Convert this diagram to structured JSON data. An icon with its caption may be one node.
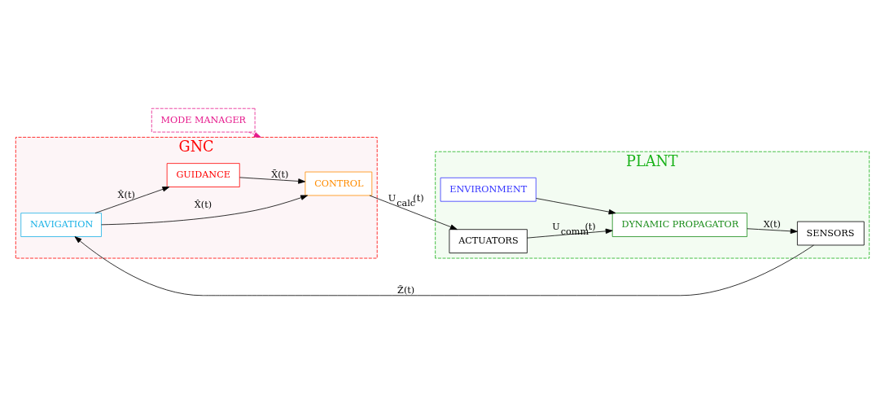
{
  "diagram": {
    "nodes": [
      {
        "text": [
          "MODE MANAGER"
        ]
      },
      {
        "text": [
          "GNC"
        ]
      },
      {
        "text": [
          "CONTROL"
        ],
        "in": 1
      },
      {
        "text": [
          "GUIDANCE"
        ],
        "in": 1
      },
      {
        "text": [
          "NAVIGATION"
        ],
        "in": 1
      },
      {
        "text": [
          "PLANT"
        ]
      },
      {
        "text": [
          "ENVIRONMENT"
        ],
        "in": 5
      },
      {
        "text": [
          "ACTUATORS"
        ],
        "in": 5
      },
      {
        "text": [
          "DYNAMIC PROPAGATOR"
        ],
        "in": 5
      },
      {
        "text": [
          "SENSORS"
        ],
        "in": 5
      }
    ],
    "edges": [
      {
        "from": 0,
        "to": 1,
        "arrow": "to",
        "style": "dashed",
        "color": "#e6198c"
      },
      {
        "from": 3,
        "to": 2,
        "arrow": "to",
        "label": "X̄(t)"
      },
      {
        "from": 2,
        "to": 7,
        "arrow": "to",
        "label": "U$_{calc}$(t)"
      },
      {
        "from": 7,
        "to": 8,
        "arrow": "to",
        "label": "U$_{comm}$(t)"
      },
      {
        "from": 6,
        "to": 8,
        "arrow": "to"
      },
      {
        "from": 8,
        "to": 9,
        "arrow": "to",
        "label": "X(t)"
      },
      {
        "from": 9,
        "to": 4,
        "arrow": "to",
        "label": "Z̃(t)"
      },
      {
        "from": 4,
        "to": 2,
        "arrow": "to",
        "label": "X̂(t)"
      },
      {
        "from": 4,
        "to": 3,
        "arrow": "to",
        "label": "X̂(t)"
      }
    ]
  }
}
